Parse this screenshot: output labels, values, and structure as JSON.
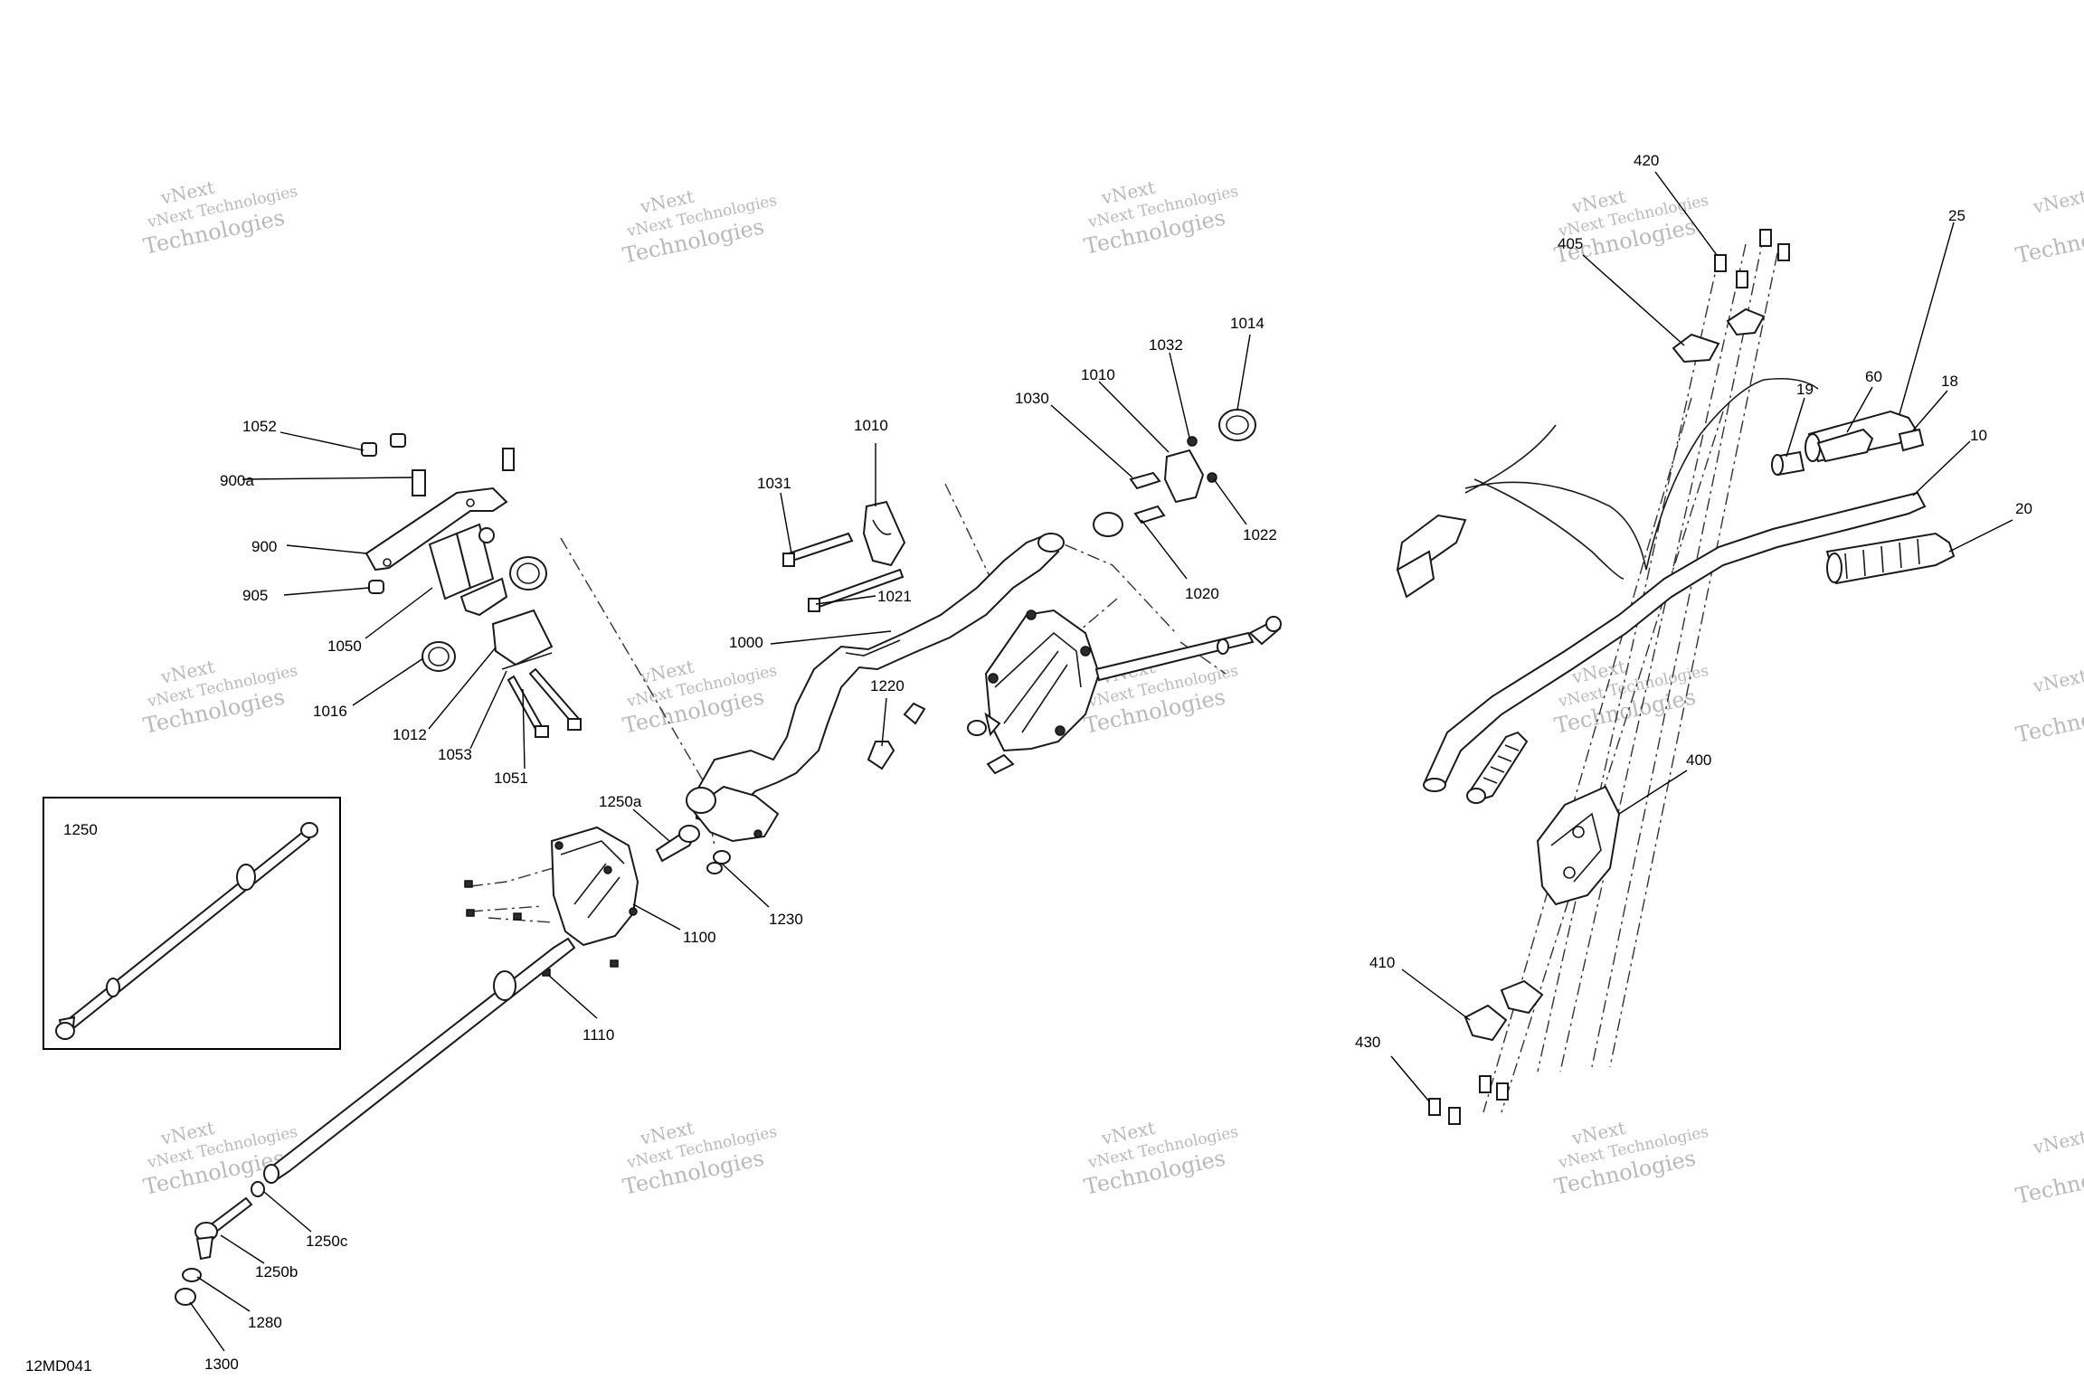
{
  "diagram": {
    "drawing_code": "12MD041",
    "inset_label": "1250",
    "watermark_lines": [
      "vNext Technologies",
      "Technologies",
      "vNext"
    ],
    "labels": [
      "1052",
      "900a",
      "900",
      "905",
      "1050",
      "1016",
      "1012",
      "1053",
      "1051",
      "1031",
      "1010",
      "1021",
      "1000",
      "1030",
      "1010",
      "1032",
      "1014",
      "1022",
      "1020",
      "1220",
      "1250a",
      "1230",
      "1100",
      "1110",
      "1250c",
      "1250b",
      "1280",
      "1300",
      "420",
      "405",
      "25",
      "19",
      "60",
      "18",
      "10",
      "20",
      "400",
      "410",
      "430"
    ]
  }
}
